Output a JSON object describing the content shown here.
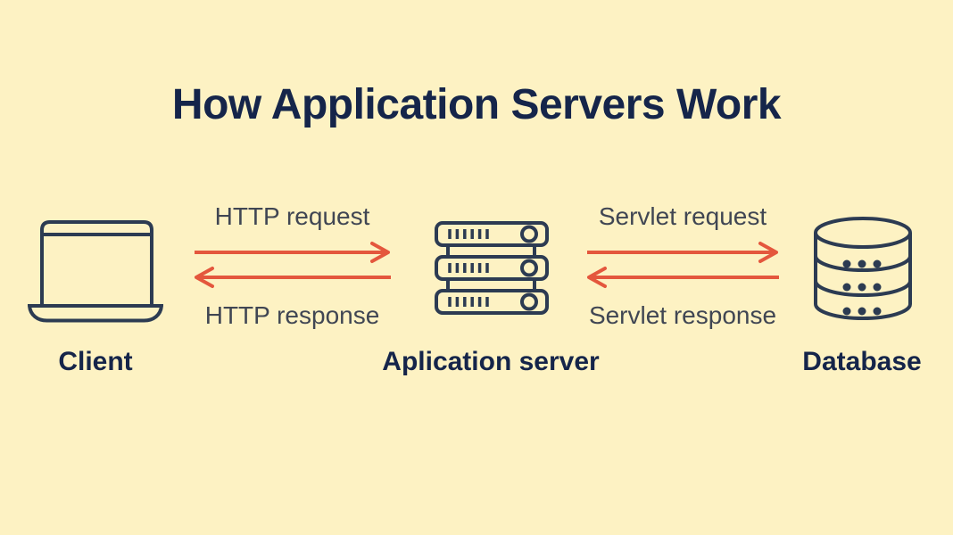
{
  "title": "How Application Servers Work",
  "colors": {
    "background": "#fdf2c3",
    "title_navy": "#15254a",
    "label_navy": "#15254a",
    "icon_stroke": "#2c3b52",
    "arrow_red": "#e4573d",
    "flow_text": "#404653"
  },
  "nodes": {
    "client": {
      "label": "Client",
      "icon": "laptop-icon"
    },
    "app_server": {
      "label": "Aplication server",
      "icon": "server-icon"
    },
    "database": {
      "label": "Database",
      "icon": "database-icon"
    }
  },
  "flows": {
    "client_to_server": {
      "request_label": "HTTP request",
      "response_label": "HTTP response",
      "request_icon": "arrow-right-icon",
      "response_icon": "arrow-left-icon"
    },
    "server_to_database": {
      "request_label": "Servlet request",
      "response_label": "Servlet response",
      "request_icon": "arrow-right-icon",
      "response_icon": "arrow-left-icon"
    }
  }
}
